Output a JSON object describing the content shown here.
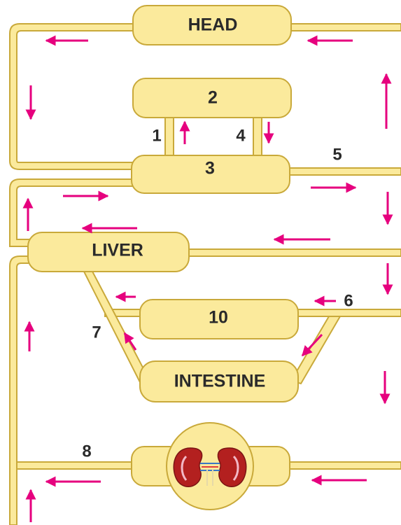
{
  "diagram": {
    "colors": {
      "vessel_fill": "#FBEA9C",
      "vessel_stroke": "#C9A93A",
      "arrow": "#E6007E",
      "text": "#2a2a2a"
    },
    "nodes": {
      "head": "HEAD",
      "node_2": "2",
      "node_3": "3",
      "liver": "LIVER",
      "node_10": "10",
      "intestine": "INTESTINE",
      "kidney": "kidney-icon"
    },
    "labels": {
      "l1": "1",
      "l4": "4",
      "l5": "5",
      "l6": "6",
      "l7": "7",
      "l8": "8"
    }
  }
}
